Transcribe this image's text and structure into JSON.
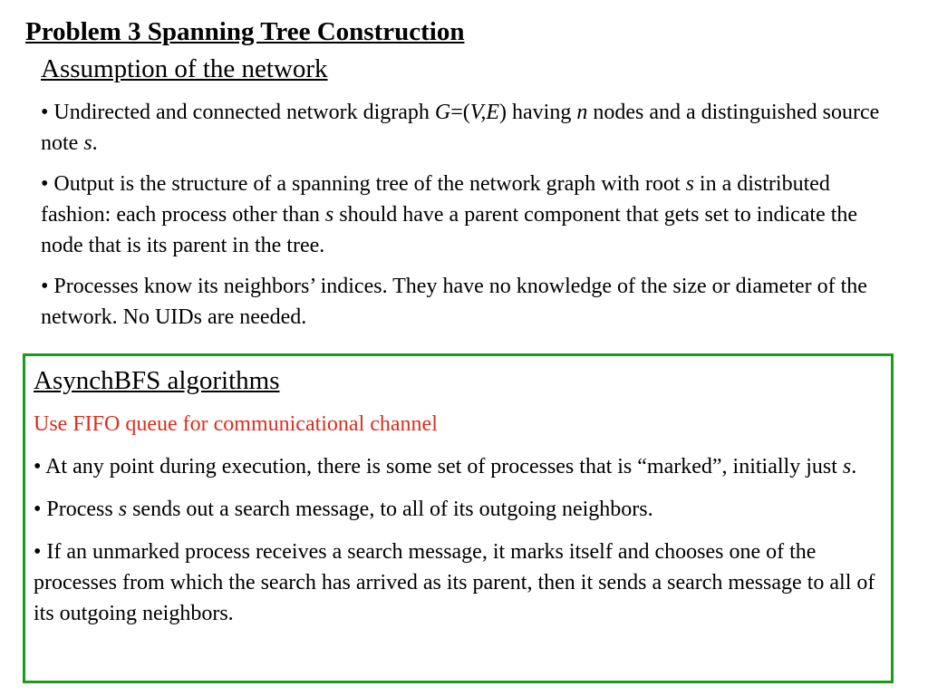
{
  "title": "Problem 3  Spanning Tree Construction",
  "assumption": {
    "heading": "Assumption of the network",
    "b1": {
      "p1": "• Undirected and connected network digraph ",
      "G": "G",
      "p2": "=(",
      "VE": "V,E",
      "p3": ") having ",
      "n": "n",
      "p4": " nodes and a distinguished source note ",
      "s": "s",
      "p5": "."
    },
    "b2": {
      "p1": "• Output is the structure of a spanning tree of the network graph with root ",
      "s": "s",
      "p2": " in a distributed fashion: each process other than ",
      "s2": "s",
      "p3": " should have a parent component that gets set to indicate the node that is its parent in the tree."
    },
    "b3": "• Processes know its neighbors’ indices. They have no knowledge of the size or diameter of the network. No UIDs are needed."
  },
  "box": {
    "heading": "AsynchBFS algorithms",
    "subtitle": "Use FIFO queue for communicational channel",
    "b1": {
      "p1": "•  At any point during execution, there is some set of processes that is “marked”, initially just ",
      "s": "s",
      "p2": "."
    },
    "b2": {
      "p1": "•  Process ",
      "s": "s",
      "p2": " sends out a search message, to all of its outgoing neighbors."
    },
    "b3": "•  If an unmarked process receives a search message, it marks itself and chooses one of the processes from which the search has arrived as its parent, then it sends a search message to all of its outgoing neighbors."
  },
  "colors": {
    "box_border": "#1a9c1a",
    "subtitle": "#e02c1c"
  }
}
